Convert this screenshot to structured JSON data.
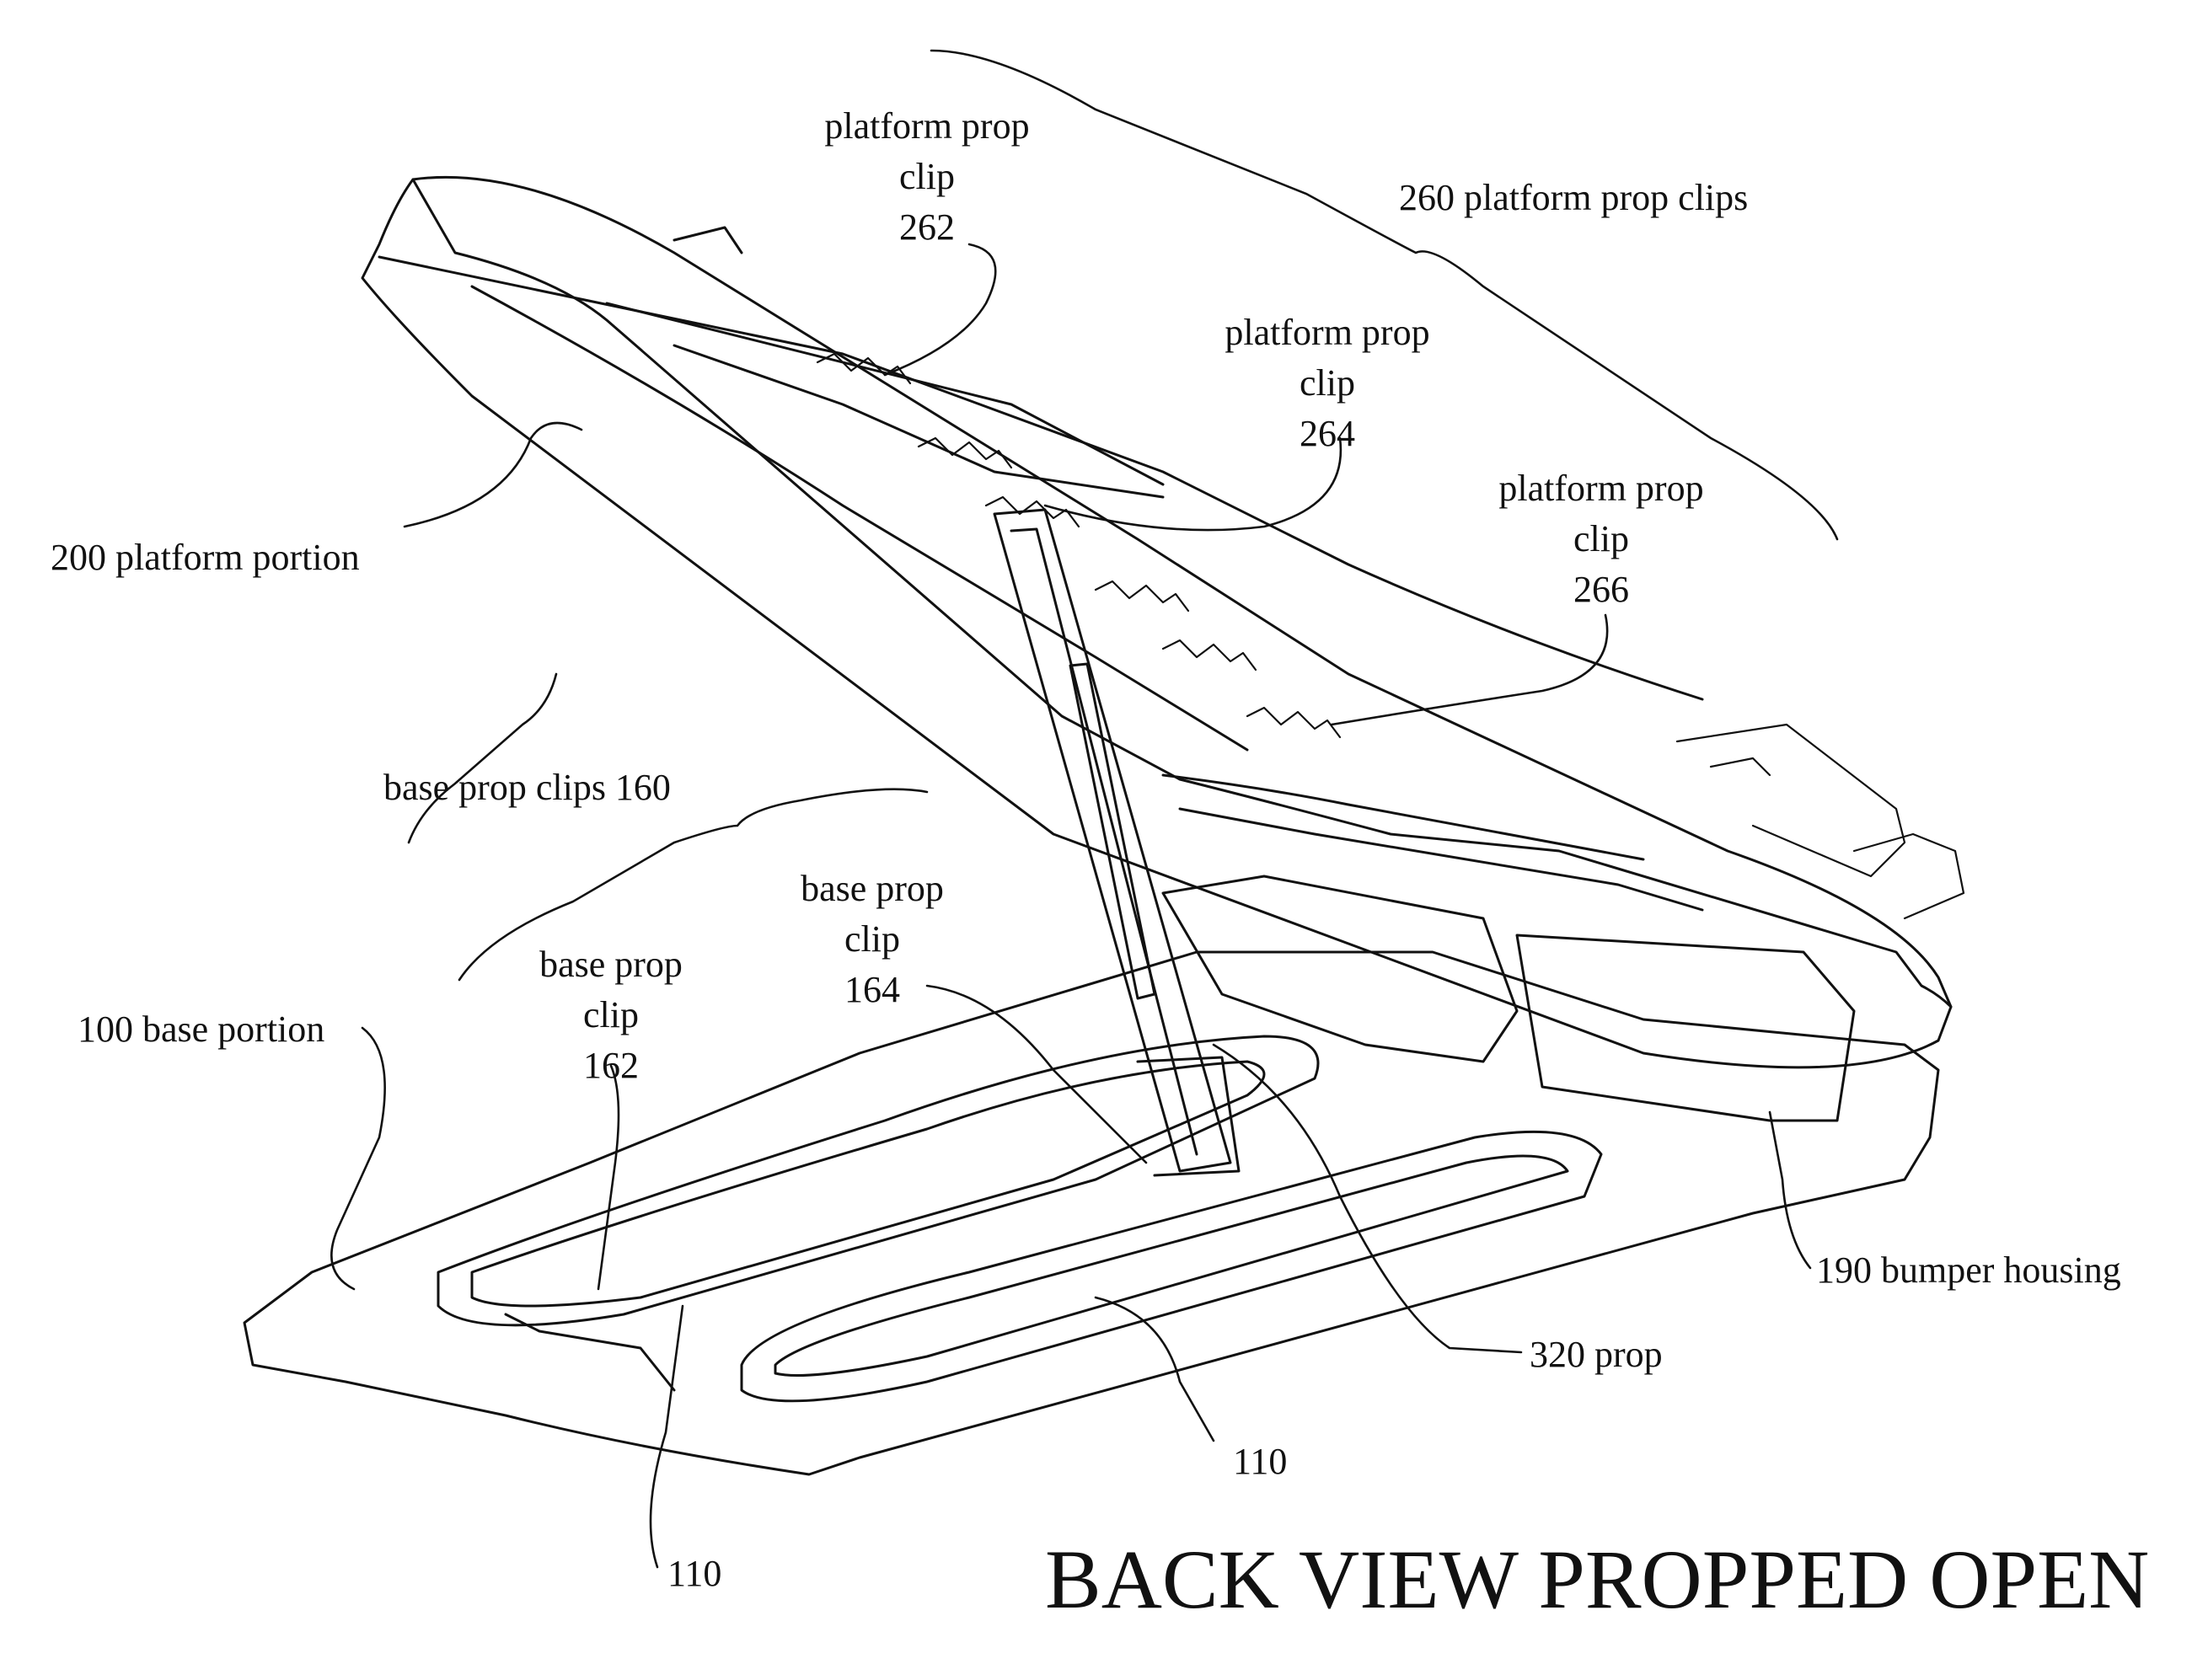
{
  "caption": "BACK VIEW PROPPED OPEN",
  "labels": {
    "platform_prop_clips": "260 platform prop clips",
    "clip_262": [
      "platform prop",
      "clip",
      "262"
    ],
    "clip_264": [
      "platform prop",
      "clip",
      "264"
    ],
    "clip_266": [
      "platform prop",
      "clip",
      "266"
    ],
    "platform_portion": "200 platform portion",
    "base_prop_clips": "base prop clips 160",
    "clip_164": [
      "base prop",
      "clip",
      "164"
    ],
    "clip_162": [
      "base prop",
      "clip",
      "162"
    ],
    "base_portion": "100 base portion",
    "bumper_housing": "190 bumper housing",
    "prop": "320 prop",
    "ref_110_right": "110",
    "ref_110_left": "110"
  }
}
